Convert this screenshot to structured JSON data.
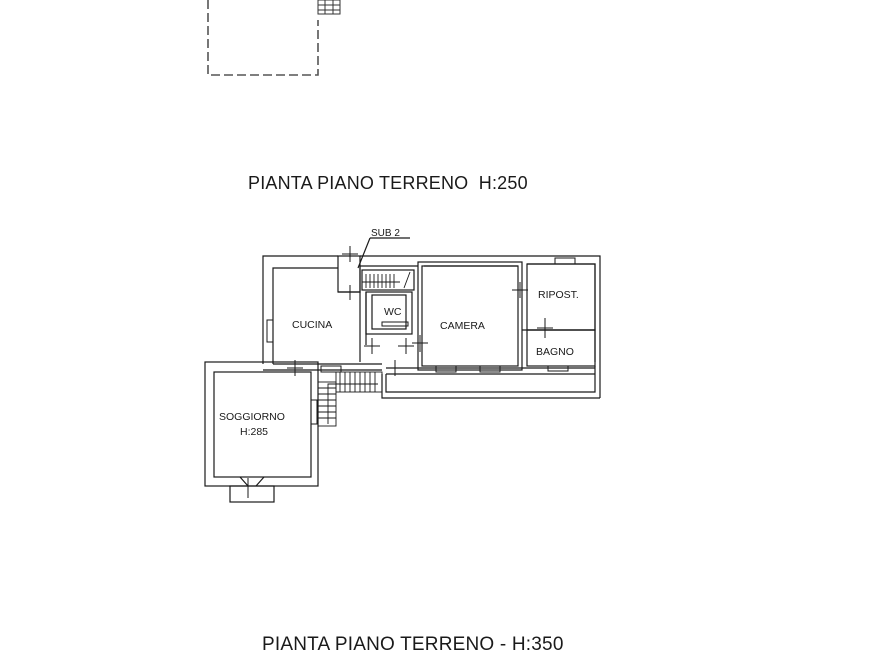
{
  "document": {
    "type": "floor-plan",
    "colors": {
      "background": "#ffffff",
      "ink": "#1a1a1a",
      "wall_fill": "#ffffff",
      "dashed": "#555555"
    }
  },
  "titles": {
    "top": "PIANTA PIANO TERRENO  H:250",
    "bottom": "PIANTA PIANO TERRENO - H:350"
  },
  "plan": {
    "sub_label": "SUB 2",
    "rooms": [
      {
        "id": "cucina",
        "label": "CUCINA"
      },
      {
        "id": "wc",
        "label": "WC"
      },
      {
        "id": "camera",
        "label": "CAMERA"
      },
      {
        "id": "ripostiglio",
        "label": "RIPOST."
      },
      {
        "id": "bagno",
        "label": "BAGNO"
      },
      {
        "id": "soggiorno",
        "label": "SOGGIORNO",
        "height": "H:285"
      }
    ]
  }
}
